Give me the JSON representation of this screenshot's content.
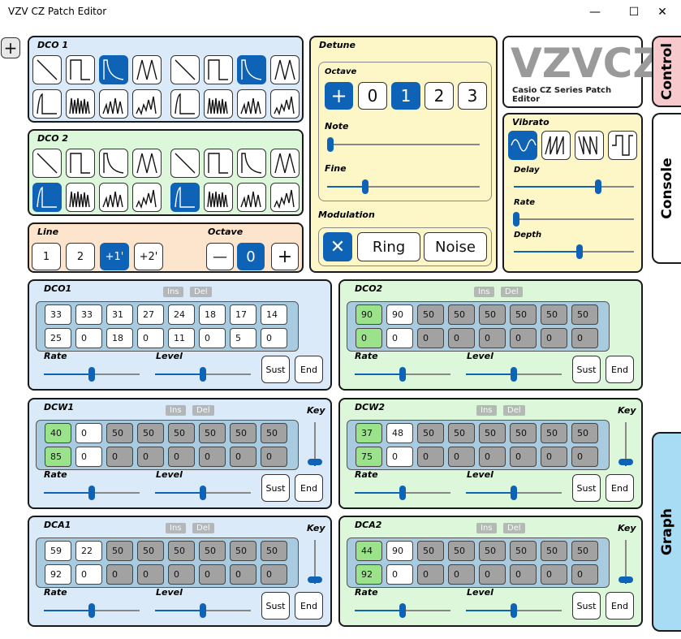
{
  "window": {
    "title": "VZV CZ Patch Editor",
    "min": "—",
    "max": "☐",
    "close": "✕"
  },
  "colors": {
    "accent": "#0e63b6",
    "green_cell": "#9be38a",
    "disabled_cell": "#a2a2a2"
  },
  "side": {
    "add_icon": "+"
  },
  "dco1": {
    "title": "DCO 1",
    "selected": [
      2,
      6
    ]
  },
  "dco2": {
    "title": "DCO 2",
    "selected": [
      8,
      12
    ]
  },
  "line": {
    "label": "Line",
    "buttons": [
      "1",
      "2",
      "+1'",
      "+2'"
    ],
    "selected": 2
  },
  "octave": {
    "label": "Octave",
    "minus": "—",
    "value": "0",
    "plus": "+"
  },
  "detune": {
    "title": "Detune",
    "octave_label": "Octave",
    "octave_sign": "+",
    "octave_options": [
      "0",
      "1",
      "2",
      "3"
    ],
    "octave_selected": 1,
    "note_label": "Note",
    "note_value": 0.02,
    "fine_label": "Fine",
    "fine_value": 0.25
  },
  "modulation": {
    "title": "Modulation",
    "off": "✕",
    "ring": "Ring",
    "noise": "Noise"
  },
  "logo": {
    "big": "VZVCZ",
    "sub": "Casio CZ Series Patch Editor"
  },
  "vibrato": {
    "title": "Vibrato",
    "selected": 0,
    "delay_label": "Delay",
    "delay_value": 0.7,
    "rate_label": "Rate",
    "rate_value": 0.02,
    "depth_label": "Depth",
    "depth_value": 0.55
  },
  "env_common": {
    "ins": "Ins",
    "del": "Del",
    "rate": "Rate",
    "level": "Level",
    "sust": "Sust",
    "end": "End",
    "key": "Key"
  },
  "tabs": {
    "control": "Control",
    "console": "Console",
    "graph": "Graph"
  },
  "envs": [
    {
      "name": "DCO1",
      "color": "blue",
      "rates": [
        "33",
        "33",
        "31",
        "27",
        "24",
        "18",
        "17",
        "14"
      ],
      "levels": [
        "25",
        "0",
        "18",
        "0",
        "11",
        "0",
        "5",
        "0"
      ],
      "active": 8,
      "sust_step": -1,
      "rate_slider": 0.5,
      "level_slider": 0.5,
      "key": false
    },
    {
      "name": "DCO2",
      "color": "green",
      "rates": [
        "90",
        "90",
        "50",
        "50",
        "50",
        "50",
        "50",
        "50"
      ],
      "levels": [
        "0",
        "0",
        "0",
        "0",
        "0",
        "0",
        "0",
        "0"
      ],
      "active": 2,
      "sust_step": 0,
      "rate_slider": 0.5,
      "level_slider": 0.5,
      "key": false
    },
    {
      "name": "DCW1",
      "color": "blue",
      "rates": [
        "40",
        "0",
        "50",
        "50",
        "50",
        "50",
        "50",
        "50"
      ],
      "levels": [
        "85",
        "0",
        "0",
        "0",
        "0",
        "0",
        "0",
        "0"
      ],
      "active": 2,
      "sust_step": 0,
      "rate_slider": 0.5,
      "level_slider": 0.5,
      "key": true,
      "key_value": 0.1
    },
    {
      "name": "DCW2",
      "color": "green",
      "rates": [
        "37",
        "48",
        "50",
        "50",
        "50",
        "50",
        "50",
        "50"
      ],
      "levels": [
        "75",
        "0",
        "0",
        "0",
        "0",
        "0",
        "0",
        "0"
      ],
      "active": 2,
      "sust_step": 0,
      "rate_slider": 0.5,
      "level_slider": 0.5,
      "key": true,
      "key_value": 0.1
    },
    {
      "name": "DCA1",
      "color": "blue",
      "rates": [
        "59",
        "22",
        "50",
        "50",
        "50",
        "50",
        "50",
        "50"
      ],
      "levels": [
        "92",
        "0",
        "0",
        "0",
        "0",
        "0",
        "0",
        "0"
      ],
      "active": 2,
      "sust_step": -1,
      "rate_slider": 0.5,
      "level_slider": 0.5,
      "key": true,
      "key_value": 0.1
    },
    {
      "name": "DCA2",
      "color": "green",
      "rates": [
        "44",
        "90",
        "50",
        "50",
        "50",
        "50",
        "50",
        "50"
      ],
      "levels": [
        "92",
        "0",
        "0",
        "0",
        "0",
        "0",
        "0",
        "0"
      ],
      "active": 2,
      "sust_step": 0,
      "rate_slider": 0.5,
      "level_slider": 0.5,
      "key": true,
      "key_value": 0.1
    }
  ]
}
